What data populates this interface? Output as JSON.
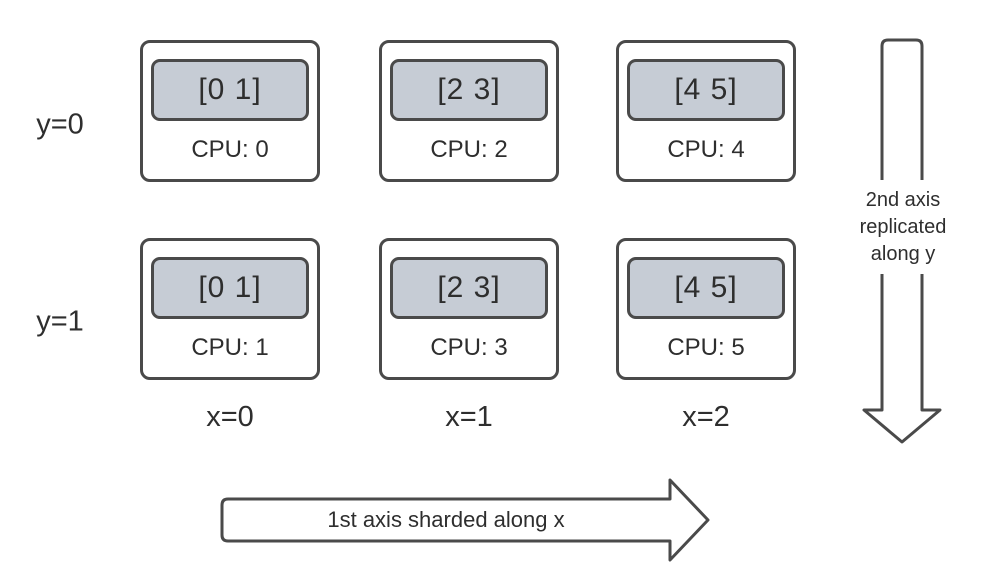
{
  "diagram": {
    "row_labels": [
      "y=0",
      "y=1"
    ],
    "col_labels": [
      "x=0",
      "x=1",
      "x=2"
    ],
    "cells": [
      {
        "row": 0,
        "col": 0,
        "data": "[0 1]",
        "cpu": "CPU: 0"
      },
      {
        "row": 0,
        "col": 1,
        "data": "[2 3]",
        "cpu": "CPU: 2"
      },
      {
        "row": 0,
        "col": 2,
        "data": "[4 5]",
        "cpu": "CPU: 4"
      },
      {
        "row": 1,
        "col": 0,
        "data": "[0 1]",
        "cpu": "CPU: 1"
      },
      {
        "row": 1,
        "col": 1,
        "data": "[2 3]",
        "cpu": "CPU: 3"
      },
      {
        "row": 1,
        "col": 2,
        "data": "[4 5]",
        "cpu": "CPU: 5"
      }
    ],
    "arrows": {
      "vertical": {
        "label": "2nd axis replicated along y",
        "lines": [
          "2nd axis",
          "replicated",
          "along y"
        ]
      },
      "horizontal": {
        "label": "1st axis sharded along x"
      }
    },
    "colors": {
      "stroke": "#4a4a4a",
      "shard_fill": "#c6ccd5",
      "text": "#2e2e2e",
      "background": "#ffffff"
    }
  }
}
